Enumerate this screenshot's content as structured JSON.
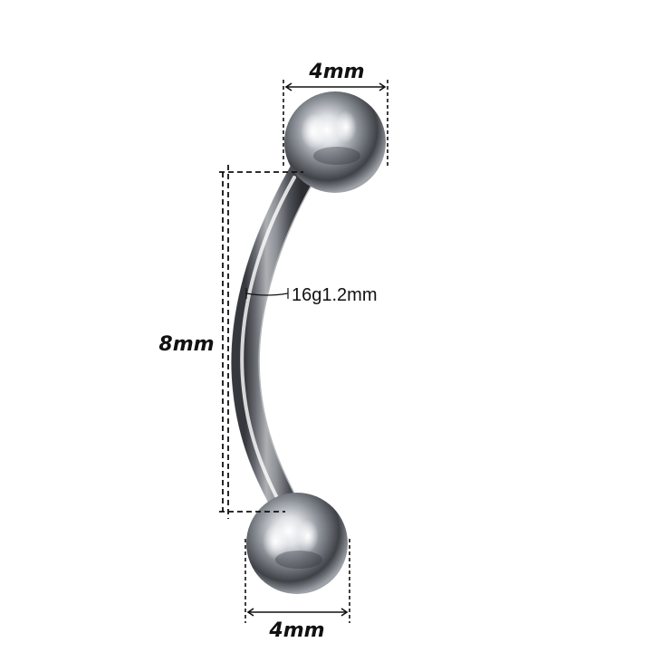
{
  "product": {
    "image": "curved-barbell-piercing",
    "ball_diameter_top": "4mm",
    "ball_diameter_bottom": "4mm",
    "bar_length": "8mm",
    "bar_gauge": "16g1.2mm"
  },
  "colors": {
    "background": "#ffffff",
    "steel_dark": "#3a3d42",
    "steel_mid": "#9aa0a7",
    "steel_light": "#f4f6f8",
    "dimension_line": "#111111"
  }
}
